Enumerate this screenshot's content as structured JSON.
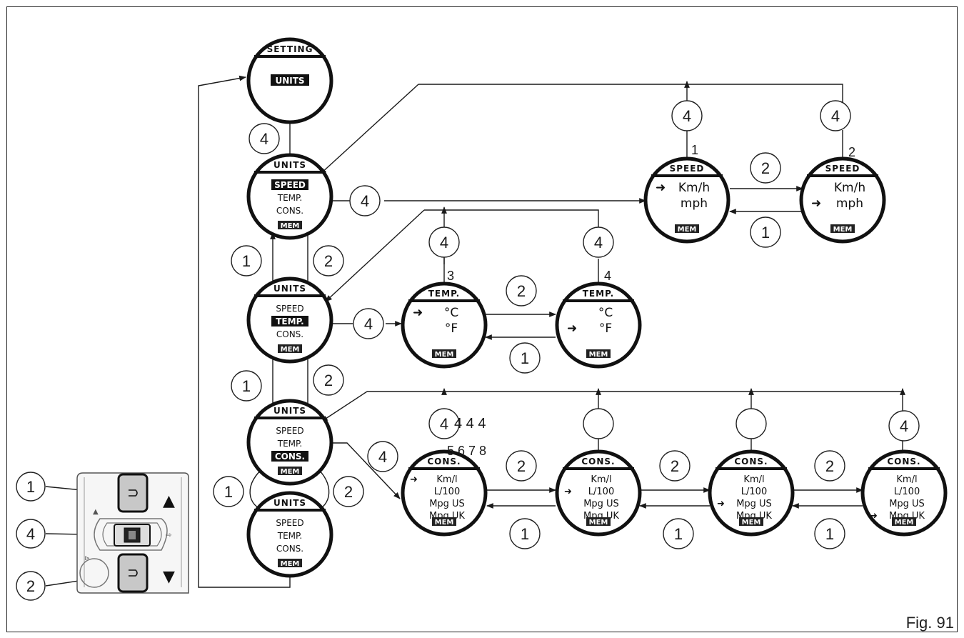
{
  "figure_label": "Fig. 91",
  "colors": {
    "line": "#1a1a1a",
    "button_fill": "#c8c8c8",
    "panel": "#f2f2f2"
  },
  "screens": {
    "setting": {
      "title": "SETTING",
      "highlight": "UNITS"
    },
    "units_speed": {
      "title": "UNITS",
      "items": [
        "SPEED",
        "TEMP.",
        "CONS."
      ],
      "selected": 0,
      "mem": "MEM"
    },
    "units_temp": {
      "title": "UNITS",
      "items": [
        "SPEED",
        "TEMP.",
        "CONS."
      ],
      "selected": 1,
      "mem": "MEM"
    },
    "units_cons": {
      "title": "UNITS",
      "items": [
        "SPEED",
        "TEMP.",
        "CONS."
      ],
      "selected": 2,
      "mem": "MEM"
    },
    "units_plain": {
      "title": "UNITS",
      "items": [
        "SPEED",
        "TEMP.",
        "CONS."
      ],
      "mem": "MEM"
    },
    "speed_kmh": {
      "title": "SPEED",
      "items": [
        "Km/h",
        "mph"
      ],
      "arrow": 0,
      "mem": "MEM"
    },
    "speed_mph": {
      "title": "SPEED",
      "items": [
        "Km/h",
        "mph"
      ],
      "arrow": 1,
      "mem": "MEM"
    },
    "temp_c": {
      "title": "TEMP.",
      "items": [
        "°C",
        "°F"
      ],
      "arrow": 0,
      "mem": "MEM"
    },
    "temp_f": {
      "title": "TEMP.",
      "items": [
        "°C",
        "°F"
      ],
      "arrow": 1,
      "mem": "MEM"
    },
    "cons_kml": {
      "title": "CONS.",
      "items": [
        "Km/l",
        "L/100",
        "Mpg US",
        "Mpg UK"
      ],
      "arrow": 0,
      "mem": "MEM"
    },
    "cons_l100": {
      "title": "CONS.",
      "items": [
        "Km/l",
        "L/100",
        "Mpg US",
        "Mpg UK"
      ],
      "arrow": 1,
      "mem": "MEM"
    },
    "cons_mpgus": {
      "title": "CONS.",
      "items": [
        "Km/l",
        "L/100",
        "Mpg US",
        "Mpg UK"
      ],
      "arrow": 2,
      "mem": "MEM"
    },
    "cons_mpguk": {
      "title": "CONS.",
      "items": [
        "Km/l",
        "L/100",
        "Mpg US",
        "Mpg UK"
      ],
      "arrow": 3,
      "mem": "MEM"
    }
  },
  "step_numbers": {
    "speed_kmh": "1",
    "speed_mph": "2",
    "temp_c": "3",
    "temp_f": "4",
    "cons_row": "5 6 7 8",
    "cons_row_fours": "4 4 4"
  },
  "buttons": [
    {
      "label": "1",
      "symbol": "▲"
    },
    {
      "label": "4",
      "symbol": ""
    },
    {
      "label": "2",
      "symbol": "▼"
    }
  ],
  "circle_labels": {
    "c_set4": "4",
    "c_us1": "1",
    "c_us2": "2",
    "c_ut1": "1",
    "c_ut2": "2",
    "c_uc1": "1",
    "c_uc2": "2",
    "c_sp4": "4",
    "c_spa4": "4",
    "c_spb4": "4",
    "c_sp2": "2",
    "c_sp1": "1",
    "c_tp4": "4",
    "c_tpa4": "4",
    "c_tpb4": "4",
    "c_tp2": "2",
    "c_tp1": "1",
    "c_cn4": "4",
    "c_cna4": "4",
    "c_cnb": "",
    "c_cnc": "",
    "c_cnd4": "4",
    "c_cn2a": "2",
    "c_cn2b": "2",
    "c_cn2c": "2",
    "c_cn1a": "1",
    "c_cn1b": "1",
    "c_cn1c": "1"
  }
}
